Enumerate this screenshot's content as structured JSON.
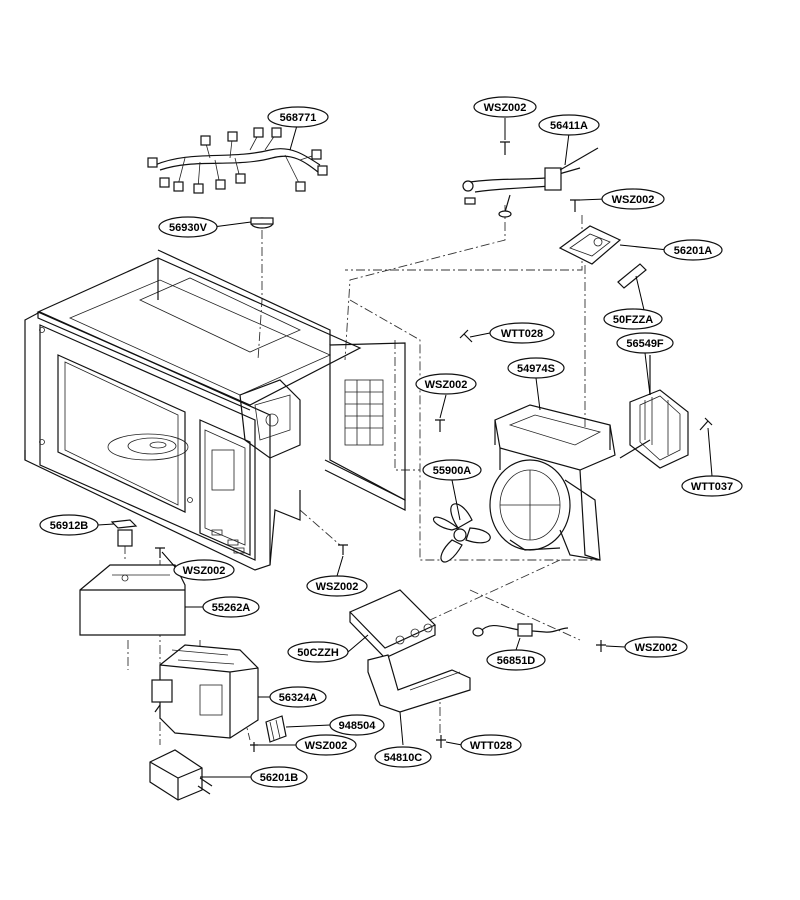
{
  "labels": {
    "l568771": "568771",
    "l56930V": "56930V",
    "lWSZ002_top": "WSZ002",
    "l56411A": "56411A",
    "lWSZ002_b": "WSZ002",
    "l56201A": "56201A",
    "l50FZZA": "50FZZA",
    "lWTT028_a": "WTT028",
    "l56549F": "56549F",
    "lWSZ002_c": "WSZ002",
    "l54974S": "54974S",
    "l55900A": "55900A",
    "lWTT037": "WTT037",
    "l56912B": "56912B",
    "lWSZ002_d": "WSZ002",
    "lWSZ002_e": "WSZ002",
    "l55262A": "55262A",
    "l50CZZH": "50CZZH",
    "l56851D": "56851D",
    "lWSZ002_f": "WSZ002",
    "l56324A": "56324A",
    "l948504": "948504",
    "lWSZ002_g": "WSZ002",
    "l54810C": "54810C",
    "lWTT028_b": "WTT028",
    "l56201B": "56201B"
  }
}
